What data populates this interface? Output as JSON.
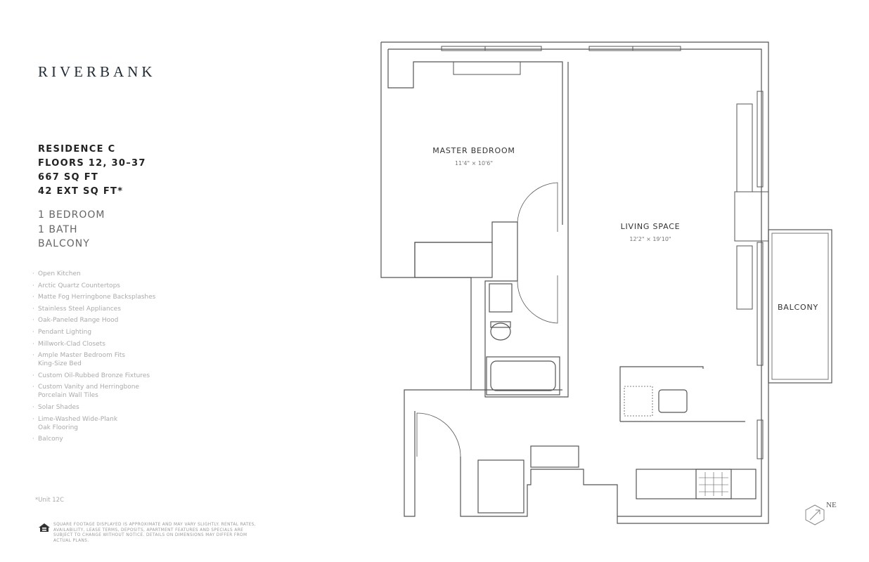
{
  "brand": "RIVERBANK",
  "residence": {
    "name": "RESIDENCE C",
    "floors": "FLOORS 12, 30–37",
    "sqft": "667 SQ FT",
    "ext_sqft": "42 EXT SQ FT*"
  },
  "summary": [
    "1 BEDROOM",
    "1 BATH",
    "BALCONY"
  ],
  "features": [
    "Open Kitchen",
    "Arctic Quartz Countertops",
    "Matte Fog Herringbone Backsplashes",
    "Stainless Steel Appliances",
    "Oak-Paneled Range Hood",
    "Pendant Lighting",
    "Millwork-Clad Closets",
    "Ample Master Bedroom Fits King-Size Bed",
    "Custom Oil-Rubbed Bronze Fixtures",
    "Custom Vanity and Herringbone Porcelain Wall Tiles",
    "Solar Shades",
    "Lime-Washed Wide-Plank Oak Flooring",
    "Balcony"
  ],
  "footnote": "*Unit 12C",
  "disclaimer": "SQUARE FOOTAGE DISPLAYED IS APPROXIMATE AND MAY VARY SLIGHTLY. RENTAL RATES, AVAILABILITY, LEASE TERMS, DEPOSITS, APARTMENT FEATURES AND SPECIALS ARE SUBJECT TO CHANGE WITHOUT NOTICE. DETAILS ON DIMENSIONS MAY DIFFER FROM ACTUAL PLANS.",
  "plan": {
    "master_bedroom": {
      "label": "MASTER BEDROOM",
      "dims": "11'4\" × 10'6\""
    },
    "living_space": {
      "label": "LIVING SPACE",
      "dims": "12'2\" × 19'10\""
    },
    "balcony": {
      "label": "BALCONY"
    },
    "compass": "NE",
    "compass_icon": "north-arrow-hexagon-icon",
    "housing_icon": "equal-housing-opportunity-icon"
  }
}
